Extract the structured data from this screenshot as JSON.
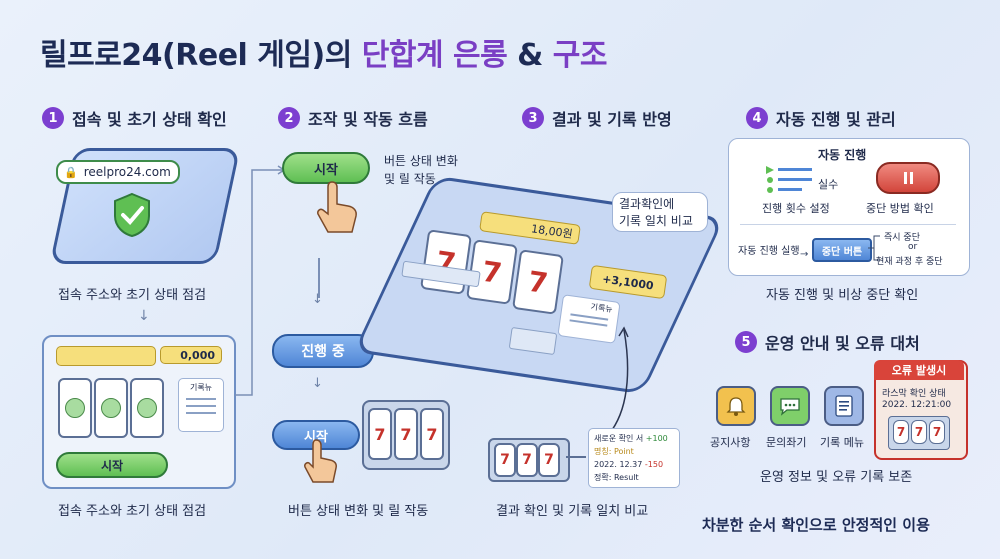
{
  "title": {
    "main": "릴프로24(Reel 게임)의 ",
    "highlight": "단합계 은롱",
    "amp": " & ",
    "end": "구조"
  },
  "sections": [
    {
      "num": "1",
      "label": "접속 및 초기 상태 확인"
    },
    {
      "num": "2",
      "label": "조작 및 작동 흐름"
    },
    {
      "num": "3",
      "label": "결과 및 기록 반영"
    },
    {
      "num": "4",
      "label": "자동 진행 및 관리"
    },
    {
      "num": "5",
      "label": "운영 안내 및 오류 대처"
    }
  ],
  "s1": {
    "url": "reelpro24.com",
    "cap_top": "접속 주소와 초기 상태 점검",
    "balance": "0,000",
    "record_label": "기록뉴",
    "start": "시작",
    "cap_bottom": "접속 주소와 초기 상태 점검"
  },
  "s2": {
    "start1": "시작",
    "note1_a": "버튼 상태 변화",
    "note1_b": "및 릴 작동",
    "progress": "진행 중",
    "start2": "시작",
    "cap": "버튼 상태 변화 및 릴 작동"
  },
  "s3": {
    "callout_a": "결과확인에",
    "callout_b": "기록 일치 비교",
    "field": "18,00원",
    "plus": "+3,1000",
    "record": "기록뉴",
    "log_1": "새로운 확인 서",
    "log_1v": "+100",
    "log_2": "명칭: Point",
    "log_3": "2022. 12.37",
    "log_3v": "-150",
    "log_4": "정확: Result",
    "cap": "결과 확인 및 기록 일치 비교"
  },
  "s4": {
    "box_title": "자동 진행",
    "real": "실수",
    "count": "진행 횟수 설정",
    "stop": "중단 방법 확인",
    "exec": "자동 진행 실행",
    "stop_btn": "중단 버튼",
    "opt1": "즉시 중단",
    "or": "or",
    "opt2": "현재 과정 후 중단",
    "cap": "자동 진행 및 비상 중단 확인"
  },
  "s5": {
    "notice": "공지사항",
    "inquiry": "문의좌기",
    "record_menu": "기록 메뉴",
    "err_title": "오류 발생시",
    "err_1": "라스막 확인 상태",
    "err_2": "2022. 12:21:00",
    "cap": "운영 정보 및 오류 기록 보존"
  },
  "footer": "차분한 순서 확인으로 안정적인 이용",
  "reel_symbol": "7",
  "colors": {
    "accent": "#7c3fd0",
    "green": "#5fbf53",
    "blue": "#4f86d6",
    "red": "#c5322b",
    "yellow": "#f6df7c"
  }
}
